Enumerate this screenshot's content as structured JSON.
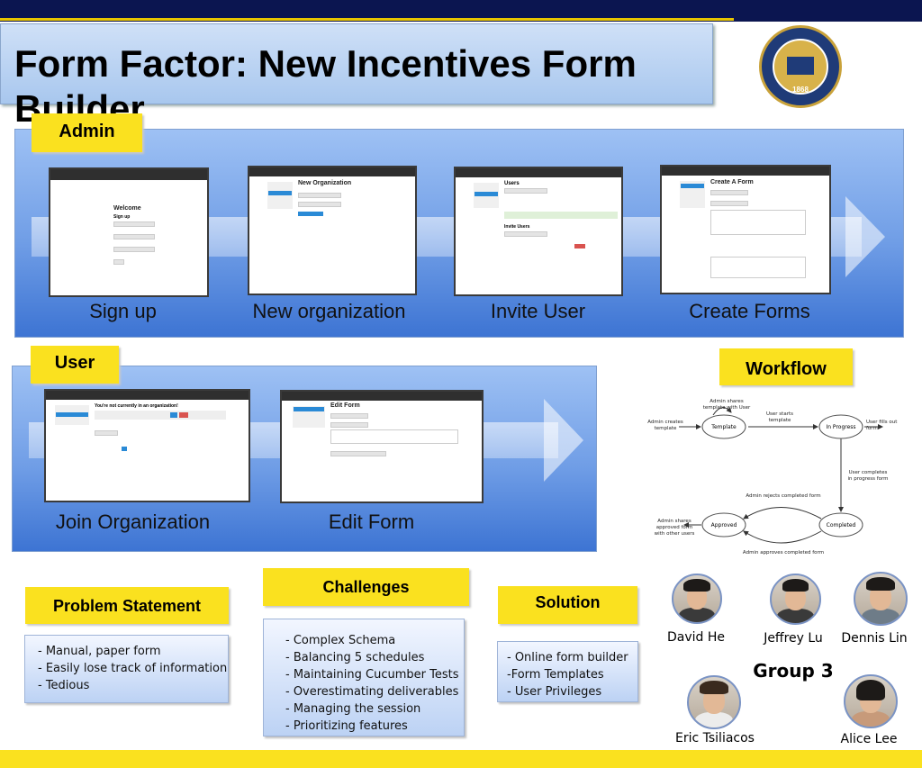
{
  "title": "Form Factor: New Incentives Form Builder",
  "seal": {
    "year": "1868"
  },
  "admin": {
    "tag": "Admin",
    "steps": [
      {
        "caption": "Sign up",
        "screen_heading": "Welcome",
        "screen_sub": "Sign up"
      },
      {
        "caption": "New organization",
        "screen_heading": "New Organization"
      },
      {
        "caption": "Invite User",
        "screen_heading": "Users",
        "screen_sub": "Invite Users"
      },
      {
        "caption": "Create Forms",
        "screen_heading": "Create A Form"
      }
    ]
  },
  "user": {
    "tag": "User",
    "steps": [
      {
        "caption": "Join Organization",
        "screen_heading": "You're not currently in an organization!"
      },
      {
        "caption": "Edit Form",
        "screen_heading": "Edit Form"
      }
    ]
  },
  "workflow": {
    "tag": "Workflow",
    "nodes": [
      "Template",
      "In Progress",
      "Approved",
      "Completed"
    ],
    "labels": {
      "admin_shares": "Admin shares template with User",
      "user_starts": "User starts template",
      "admin_creates": "Admin creates template",
      "user_fills": "User fills out form",
      "user_completes": "User completes in progress form",
      "admin_rejects": "Admin rejects completed form",
      "admin_shares_approved": "Admin shares approved form with other users",
      "admin_approves": "Admin approves completed form"
    }
  },
  "problem": {
    "tag": "Problem Statement",
    "items": [
      "- Manual, paper form",
      "- Easily lose track of information",
      "- Tedious"
    ]
  },
  "challenges": {
    "tag": "Challenges",
    "items": [
      "- Complex Schema",
      "- Balancing 5 schedules",
      "- Maintaining Cucumber Tests",
      "- Overestimating deliverables",
      "- Managing the session",
      "- Prioritizing features"
    ]
  },
  "solution": {
    "tag": "Solution",
    "items": [
      "- Online form builder",
      "-Form Templates",
      "- User Privileges"
    ]
  },
  "team": {
    "group": "Group 3",
    "members": [
      "David He",
      "Jeffrey Lu",
      "Dennis Lin",
      "Eric Tsiliacos",
      "Alice Lee"
    ]
  },
  "colors": {
    "navy": "#0b1550",
    "yellow": "#fae11f",
    "panel_blue": "#5a8ee0"
  }
}
